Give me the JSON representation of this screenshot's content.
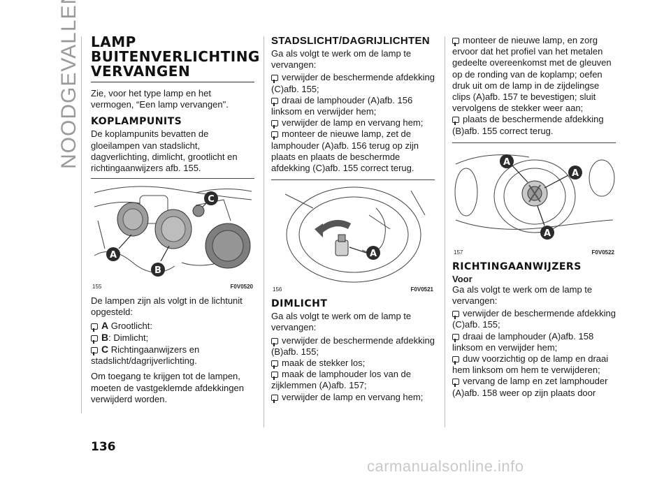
{
  "side_tab": "NOODGEVALLEN",
  "page_number": "136",
  "watermark": "carmanualsonline.info",
  "col1": {
    "title": "LAMP BUITENVERLICHTING VERVANGEN",
    "intro": "Zie, voor het type lamp en het vermogen, “Een lamp vervangen\".",
    "koplampunits_heading": "KOPLAMPUNITS",
    "koplampunits_text": "De koplampunits bevatten de gloeilampen van stadslicht, dagverlichting, dimlicht, grootlicht en richtingaanwijzers afb. 155.",
    "fig155": {
      "num": "155",
      "code": "F0V0520",
      "labels": [
        "C",
        "A",
        "B"
      ]
    },
    "lamps_intro": "De lampen zijn als volgt in de lichtunit opgesteld:",
    "lamps": [
      {
        "key": "A",
        "text": " Grootlicht:"
      },
      {
        "key": "B",
        "text": ": Dimlicht;"
      },
      {
        "key": "C",
        "text": " Richtingaanwijzers en stadslicht/dagrijverlichting."
      }
    ],
    "access_text": "Om toegang te krijgen tot de lampen, moeten de vastgeklemde afdekkingen verwijderd worden."
  },
  "col2": {
    "heading": "STADSLICHT/DAGRIJLICHTEN",
    "intro": "Ga als volgt te werk om de lamp te vervangen:",
    "steps": [
      "verwijder de beschermende afdekking (C)afb. 155;",
      "draai de lamphouder (A)afb. 156 linksom en verwijder hem;",
      "verwijder de lamp en vervang hem;",
      "monteer de nieuwe lamp, zet de lamphouder (A)afb. 156 terug op zijn plaats en plaats de beschermde afdekking (C)afb. 155 correct terug."
    ],
    "fig156": {
      "num": "156",
      "code": "F0V0521",
      "label": "A"
    },
    "dimlicht_heading": "DIMLICHT",
    "dimlicht_intro": "Ga als volgt te werk om de lamp te vervangen:",
    "dimlicht_steps": [
      "verwijder de beschermende afdekking (B)afb. 155;",
      "maak de stekker los;",
      "maak de lamphouder los van de zijklemmen (A)afb. 157;",
      "verwijder de lamp en vervang hem;"
    ]
  },
  "col3": {
    "steps": [
      "monteer de nieuwe lamp, en zorg ervoor dat het profiel van het metalen gedeelte overeenkomst met de gleuven op de ronding van de koplamp; oefen druk uit om de lamp in de zijdelingse clips (A)afb. 157 te bevestigen; sluit vervolgens de stekker weer aan;",
      "plaats de beschermende afdekking (B)afb. 155 correct terug."
    ],
    "fig157": {
      "num": "157",
      "code": "F0V0522",
      "labels": [
        "A",
        "A",
        "A"
      ]
    },
    "ri_heading": "RICHTINGAANWIJZERS",
    "voor": "Voor",
    "ri_intro": "Ga als volgt te werk om de lamp te vervangen:",
    "ri_steps": [
      "verwijder de beschermende afdekking (C)afb. 155;",
      "draai de lamphouder (A)afb. 158 linksom en verwijder hem;",
      "duw voorzichtig op de lamp en draai hem linksom om hem te verwijderen;",
      "vervang de lamp en zet lamphouder (A)afb. 158 weer op zijn plaats door"
    ]
  },
  "colors": {
    "label_fill": "#2b2b2b",
    "label_text": "#ffffff",
    "rule": "#bdbdbd",
    "side_text": "#9a9a9a"
  }
}
